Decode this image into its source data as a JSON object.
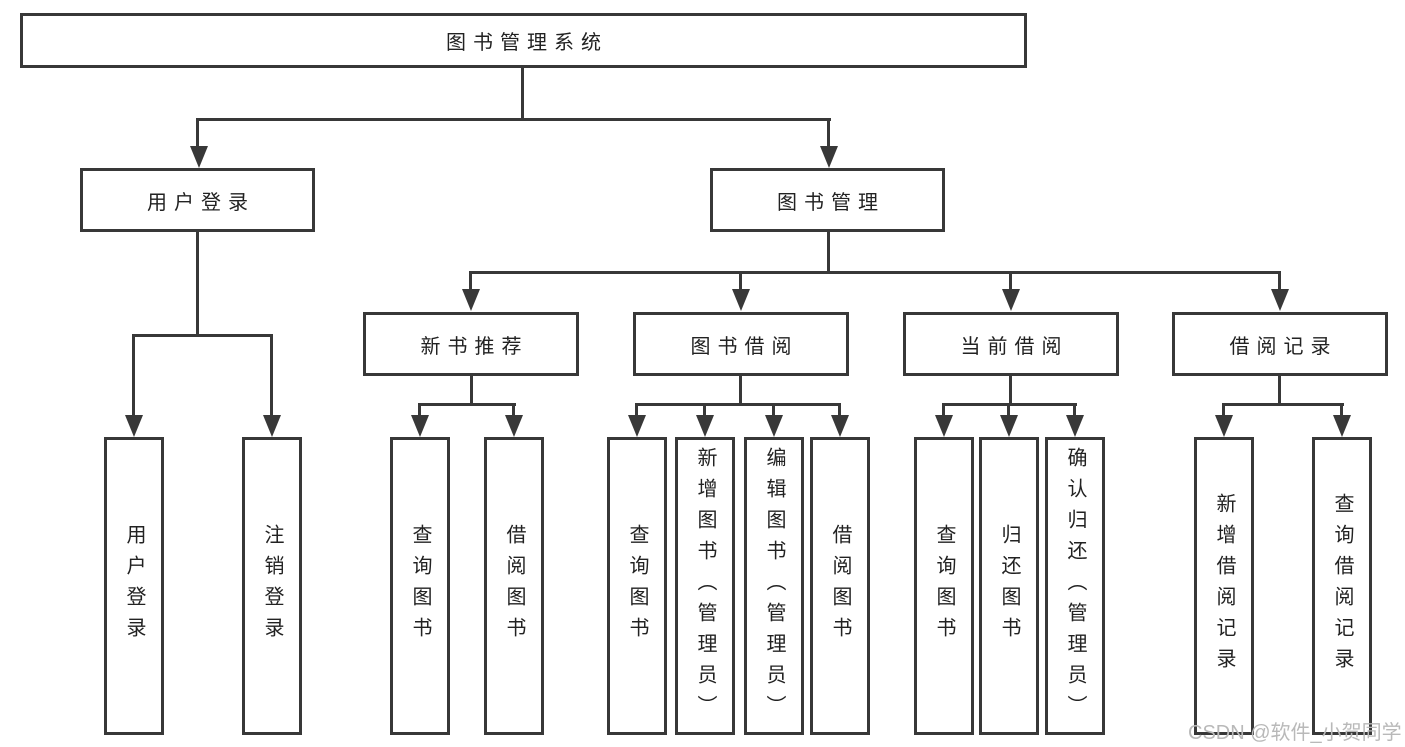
{
  "tree": {
    "root": {
      "label": "图书管理系统"
    },
    "user_login": {
      "label": "用户登录",
      "children": [
        {
          "label": "用户登录"
        },
        {
          "label": "注销登录"
        }
      ]
    },
    "book_management": {
      "label": "图书管理",
      "groups": [
        {
          "label": "新书推荐",
          "children": [
            {
              "label": "查询图书"
            },
            {
              "label": "借阅图书"
            }
          ]
        },
        {
          "label": "图书借阅",
          "children": [
            {
              "label": "查询图书"
            },
            {
              "label": "新增图书（管理员）"
            },
            {
              "label": "编辑图书（管理员）"
            },
            {
              "label": "借阅图书"
            }
          ]
        },
        {
          "label": "当前借阅",
          "children": [
            {
              "label": "查询图书"
            },
            {
              "label": "归还图书"
            },
            {
              "label": "确认归还（管理员）"
            }
          ]
        },
        {
          "label": "借阅记录",
          "children": [
            {
              "label": "新增借阅记录"
            },
            {
              "label": "查询借阅记录"
            }
          ]
        }
      ]
    }
  },
  "watermark": "CSDN @软件_小贺同学",
  "colors": {
    "line": "#383838",
    "text": "#222222",
    "watermark": "#b9b9b9",
    "background": "#ffffff"
  }
}
